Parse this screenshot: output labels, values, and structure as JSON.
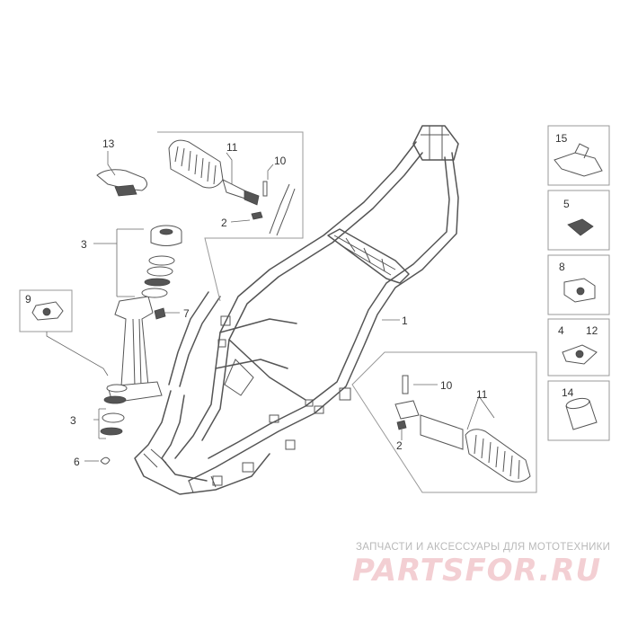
{
  "callouts": {
    "c1": "1",
    "c2a": "2",
    "c2b": "2",
    "c3a": "3",
    "c3b": "3",
    "c4": "4",
    "c5": "5",
    "c6": "6",
    "c7": "7",
    "c8": "8",
    "c9": "9",
    "c10a": "10",
    "c10b": "10",
    "c11a": "11",
    "c11b": "11",
    "c12": "12",
    "c13": "13",
    "c14": "14",
    "c15": "15"
  },
  "watermark": {
    "caption": "ЗАПЧАСТИ И АКСЕССУАРЫ ДЛЯ МОТОТЕХНИКИ",
    "logo": "PARTSFOR.RU"
  },
  "colors": {
    "line": "#555555",
    "watermark_logo": "#f3cfd3",
    "watermark_caption": "#b9b9b9"
  }
}
